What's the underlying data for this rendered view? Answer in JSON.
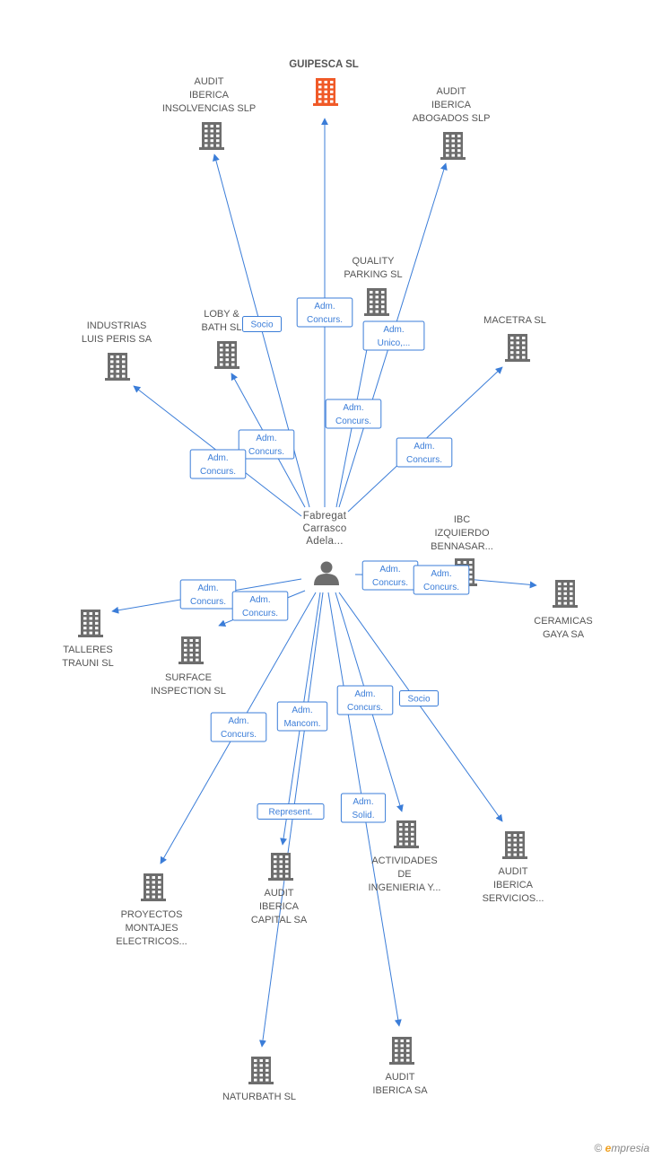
{
  "colors": {
    "edge": "#3b7dd8",
    "building": "#6d6d6d",
    "building_main": "#f05a28",
    "person": "#6d6d6d"
  },
  "person": {
    "lines": [
      "Fabregat",
      "Carrasco",
      "Adela..."
    ],
    "icon": "person-icon"
  },
  "companies": [
    {
      "id": "guipesca",
      "lines": [
        "GUIPESCA SL"
      ],
      "main": true,
      "icon": "building-icon"
    },
    {
      "id": "audit-insolvencias",
      "lines": [
        "AUDIT",
        "IBERICA",
        "INSOLVENCIAS SLP"
      ],
      "icon": "building-icon"
    },
    {
      "id": "audit-abogados",
      "lines": [
        "AUDIT",
        "IBERICA",
        "ABOGADOS SLP"
      ],
      "icon": "building-icon"
    },
    {
      "id": "quality-parking",
      "lines": [
        "QUALITY",
        "PARKING SL"
      ],
      "icon": "building-icon"
    },
    {
      "id": "loby-bath",
      "lines": [
        "LOBY &",
        "BATH SL"
      ],
      "icon": "building-icon"
    },
    {
      "id": "industrias-luis-peris",
      "lines": [
        "INDUSTRIAS",
        "LUIS PERIS SA"
      ],
      "icon": "building-icon"
    },
    {
      "id": "macetra",
      "lines": [
        "MACETRA SL"
      ],
      "icon": "building-icon"
    },
    {
      "id": "ibc-izquierdo",
      "lines": [
        "IBC",
        "IZQUIERDO",
        "BENNASAR..."
      ],
      "icon": "building-icon"
    },
    {
      "id": "ceramicas-gaya",
      "lines": [
        "CERAMICAS",
        "GAYA SA"
      ],
      "icon": "building-icon"
    },
    {
      "id": "talleres-trauni",
      "lines": [
        "TALLERES",
        "TRAUNI SL"
      ],
      "icon": "building-icon"
    },
    {
      "id": "surface-inspection",
      "lines": [
        "SURFACE",
        "INSPECTION SL"
      ],
      "icon": "building-icon"
    },
    {
      "id": "proyectos-montajes",
      "lines": [
        "PROYECTOS",
        "MONTAJES",
        "ELECTRICOS..."
      ],
      "icon": "building-icon"
    },
    {
      "id": "audit-capital",
      "lines": [
        "AUDIT",
        "IBERICA",
        "CAPITAL SA"
      ],
      "icon": "building-icon"
    },
    {
      "id": "actividades-ingenieria",
      "lines": [
        "ACTIVIDADES",
        "DE",
        "INGENIERIA Y..."
      ],
      "icon": "building-icon"
    },
    {
      "id": "audit-servicios",
      "lines": [
        "AUDIT",
        "IBERICA",
        "SERVICIOS..."
      ],
      "icon": "building-icon"
    },
    {
      "id": "naturbath",
      "lines": [
        "NATURBATH  SL"
      ],
      "icon": "building-icon"
    },
    {
      "id": "audit-sa",
      "lines": [
        "AUDIT",
        "IBERICA SA"
      ],
      "icon": "building-icon"
    }
  ],
  "relations": [
    {
      "target": "audit-insolvencias",
      "lines": [
        "Socio"
      ]
    },
    {
      "target": "guipesca",
      "lines": [
        "Adm.",
        "Concurs."
      ]
    },
    {
      "target": "audit-abogados",
      "lines": [
        "Adm.",
        "Unico,..."
      ]
    },
    {
      "target": "quality-parking",
      "lines": [
        "Adm.",
        "Concurs."
      ]
    },
    {
      "target": "loby-bath",
      "lines": [
        "Adm.",
        "Concurs."
      ]
    },
    {
      "target": "industrias-luis-peris",
      "lines": [
        "Adm.",
        "Concurs."
      ]
    },
    {
      "target": "macetra",
      "lines": [
        "Adm.",
        "Concurs."
      ]
    },
    {
      "target": "ibc-izquierdo",
      "lines": [
        "Adm.",
        "Concurs."
      ]
    },
    {
      "target": "ceramicas-gaya",
      "lines": [
        "Adm.",
        "Concurs."
      ]
    },
    {
      "target": "talleres-trauni",
      "lines": [
        "Adm.",
        "Concurs."
      ]
    },
    {
      "target": "surface-inspection",
      "lines": [
        "Adm.",
        "Concurs."
      ]
    },
    {
      "target": "proyectos-montajes",
      "lines": [
        "Adm.",
        "Concurs."
      ]
    },
    {
      "target": "naturbath",
      "lines": [
        "Adm.",
        "Mancom."
      ]
    },
    {
      "target": "audit-capital",
      "lines": [
        "Represent."
      ]
    },
    {
      "target": "actividades-ingenieria",
      "lines": [
        "Adm.",
        "Concurs."
      ]
    },
    {
      "target": "audit-sa",
      "lines": [
        "Adm.",
        "Solid."
      ]
    },
    {
      "target": "audit-servicios",
      "lines": [
        "Socio"
      ]
    }
  ],
  "watermark": {
    "copyright": "©",
    "brand_first": "e",
    "brand_rest": "mpresia"
  }
}
